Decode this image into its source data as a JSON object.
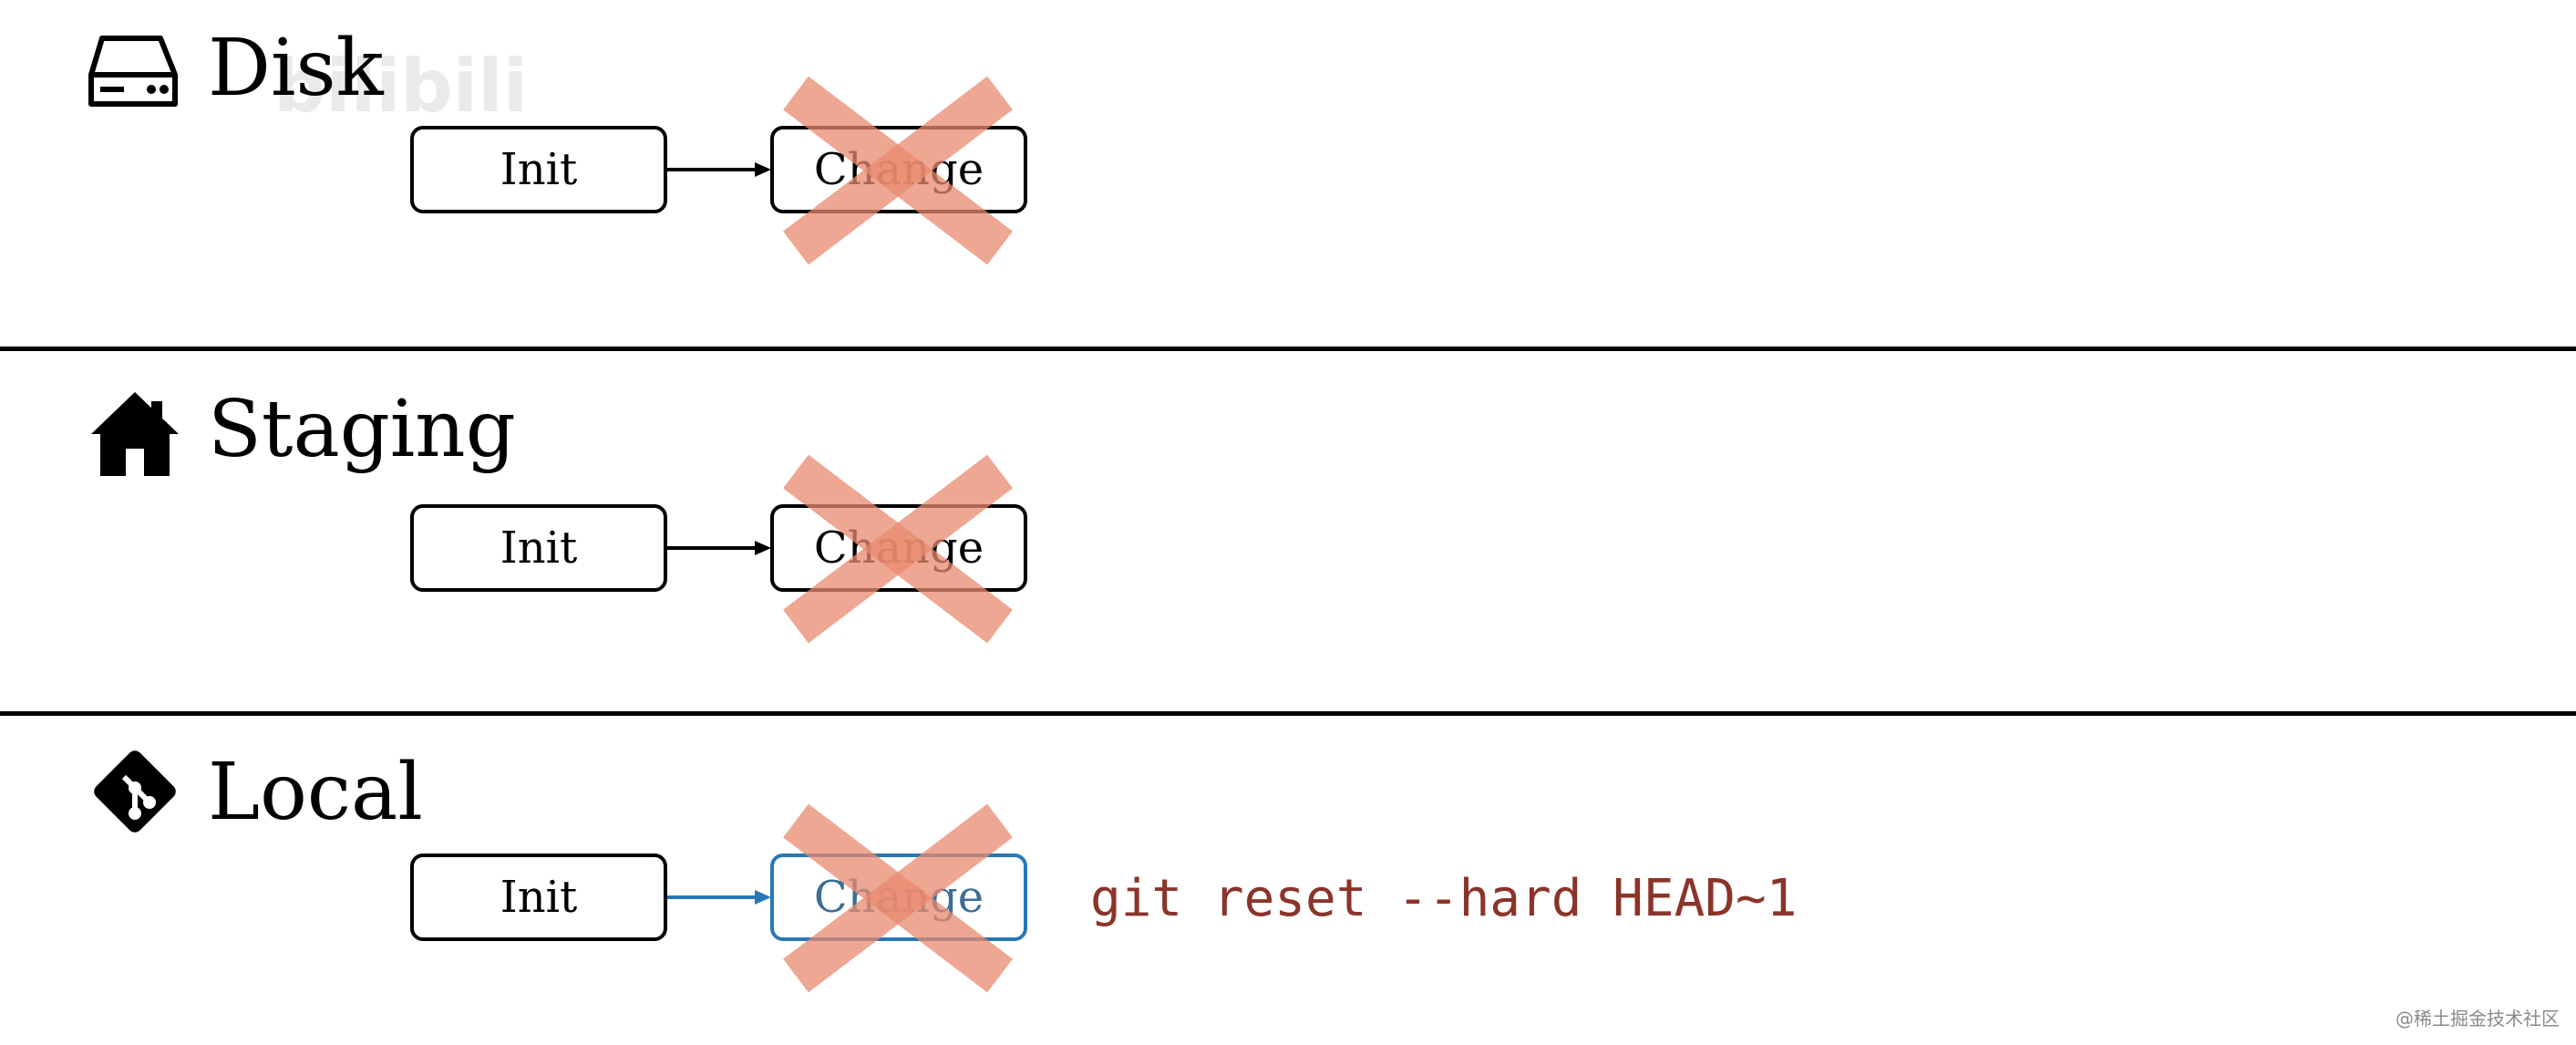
{
  "colors": {
    "cross": "#e98a6f",
    "arrow_default": "#000000",
    "arrow_local": "#2878b7",
    "command": "#8b342a",
    "divider": "#000000"
  },
  "sections": {
    "disk": {
      "title": "Disk",
      "icon": "hard-drive-icon",
      "nodes": {
        "init": "Init",
        "change": "Change"
      }
    },
    "staging": {
      "title": "Staging",
      "icon": "home-icon",
      "nodes": {
        "init": "Init",
        "change": "Change"
      }
    },
    "local": {
      "title": "Local",
      "icon": "git-icon",
      "nodes": {
        "init": "Init",
        "change": "Change"
      },
      "command": "git reset --hard HEAD~1"
    }
  },
  "watermark": "bilibili",
  "footer": "@稀土掘金技术社区"
}
